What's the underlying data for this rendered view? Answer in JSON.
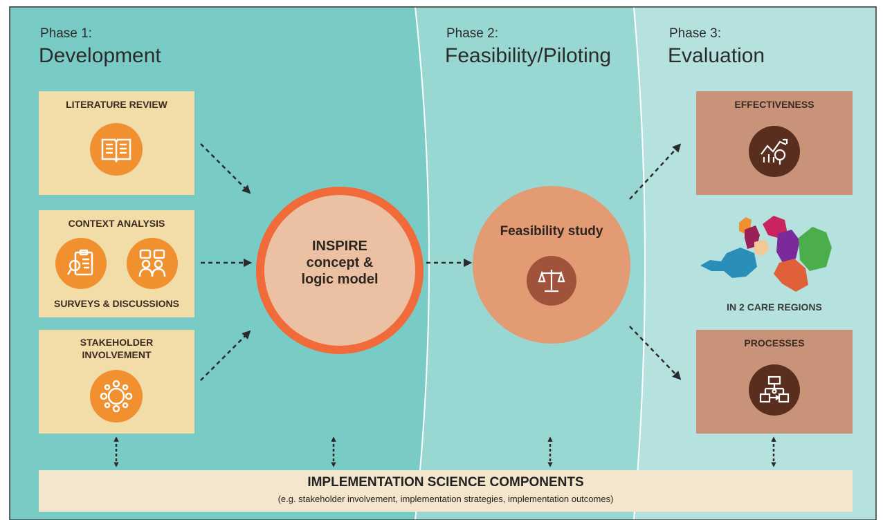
{
  "phases": [
    {
      "label": "Phase 1:",
      "title": "Development"
    },
    {
      "label": "Phase 2:",
      "title": "Feasibility/Piloting"
    },
    {
      "label": "Phase 3:",
      "title": "Evaluation"
    }
  ],
  "development": {
    "literature_review": "LITERATURE REVIEW",
    "context_analysis": "CONTEXT ANALYSIS",
    "surveys_discussions": "SURVEYS & DISCUSSIONS",
    "stakeholder_line1": "STAKEHOLDER",
    "stakeholder_line2": "INVOLVEMENT"
  },
  "center": {
    "line1": "INSPIRE",
    "line2": "concept &",
    "line3": "logic model"
  },
  "feasibility": {
    "label": "Feasibility study"
  },
  "evaluation": {
    "effectiveness": "EFFECTIVENESS",
    "care_regions": "IN 2 CARE REGIONS",
    "processes": "PROCESSES"
  },
  "implementation": {
    "title": "IMPLEMENTATION SCIENCE COMPONENTS",
    "subtitle": "(e.g. stakeholder involvement, implementation strategies, implementation outcomes)"
  },
  "colors": {
    "phase1_bg": "#79cbc6",
    "phase2_bg": "#99d7d3",
    "phase3_bg": "#b5e2df",
    "card_dev": "#f2dca8",
    "card_eval": "#c9937a",
    "orange": "#f0902e",
    "center_ring": "#f06a3a",
    "center_fill": "#ecc0a2",
    "feasibility_fill": "#e39b74",
    "brown_icon": "#5a2e1f"
  }
}
